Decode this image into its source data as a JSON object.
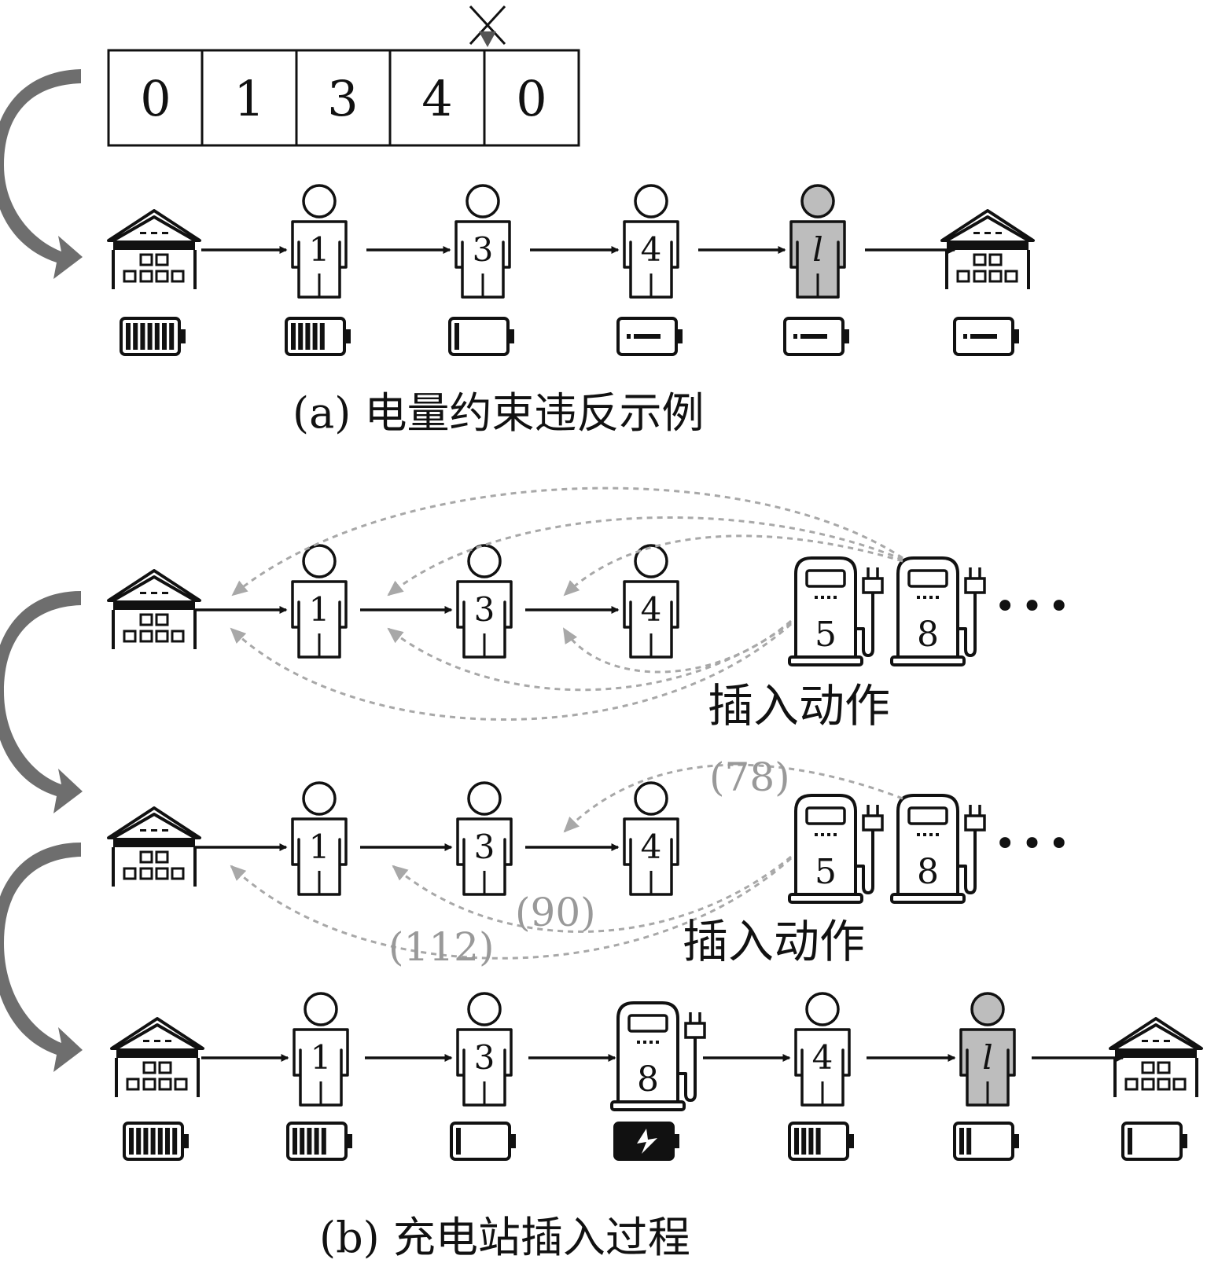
{
  "panel_a": {
    "sequence": [
      "0",
      "1",
      "3",
      "4",
      "0"
    ],
    "caption": "(a) 电量约束违反示例",
    "route": [
      {
        "kind": "depot",
        "battery": 1.0
      },
      {
        "kind": "customer",
        "label": "1",
        "battery": 0.65
      },
      {
        "kind": "customer",
        "label": "3",
        "battery": 0.1
      },
      {
        "kind": "customer",
        "label": "4",
        "battery": 0.0
      },
      {
        "kind": "customer",
        "label": "l",
        "highlight": true,
        "battery": 0.0
      },
      {
        "kind": "depot",
        "battery": 0.0
      }
    ]
  },
  "panel_b": {
    "row1": {
      "customers": [
        "1",
        "3",
        "4"
      ],
      "stations": [
        "5",
        "8"
      ],
      "ellipsis": "•••",
      "insert_label": "插入动作"
    },
    "row2": {
      "customers": [
        "1",
        "3",
        "4"
      ],
      "stations": [
        "5",
        "8"
      ],
      "ellipsis": "•••",
      "insert_label": "插入动作",
      "costs": [
        "(78)",
        "(90)",
        "(112)"
      ]
    },
    "row3": {
      "route": [
        {
          "kind": "depot",
          "battery": 1.0
        },
        {
          "kind": "customer",
          "label": "1",
          "battery": 0.65
        },
        {
          "kind": "customer",
          "label": "3",
          "battery": 0.1
        },
        {
          "kind": "station",
          "label": "8",
          "battery": "charging"
        },
        {
          "kind": "customer",
          "label": "4",
          "battery": 0.55
        },
        {
          "kind": "customer",
          "label": "l",
          "highlight": true,
          "battery": 0.35
        },
        {
          "kind": "depot",
          "battery": 0.1
        }
      ]
    },
    "caption": "(b) 充电站插入过程"
  },
  "colors": {
    "ink": "#111111",
    "highlight_person": "#bdbdbd",
    "dashed_arrow": "#a8a8a8",
    "curved_arrow": "#6e6e6e"
  }
}
